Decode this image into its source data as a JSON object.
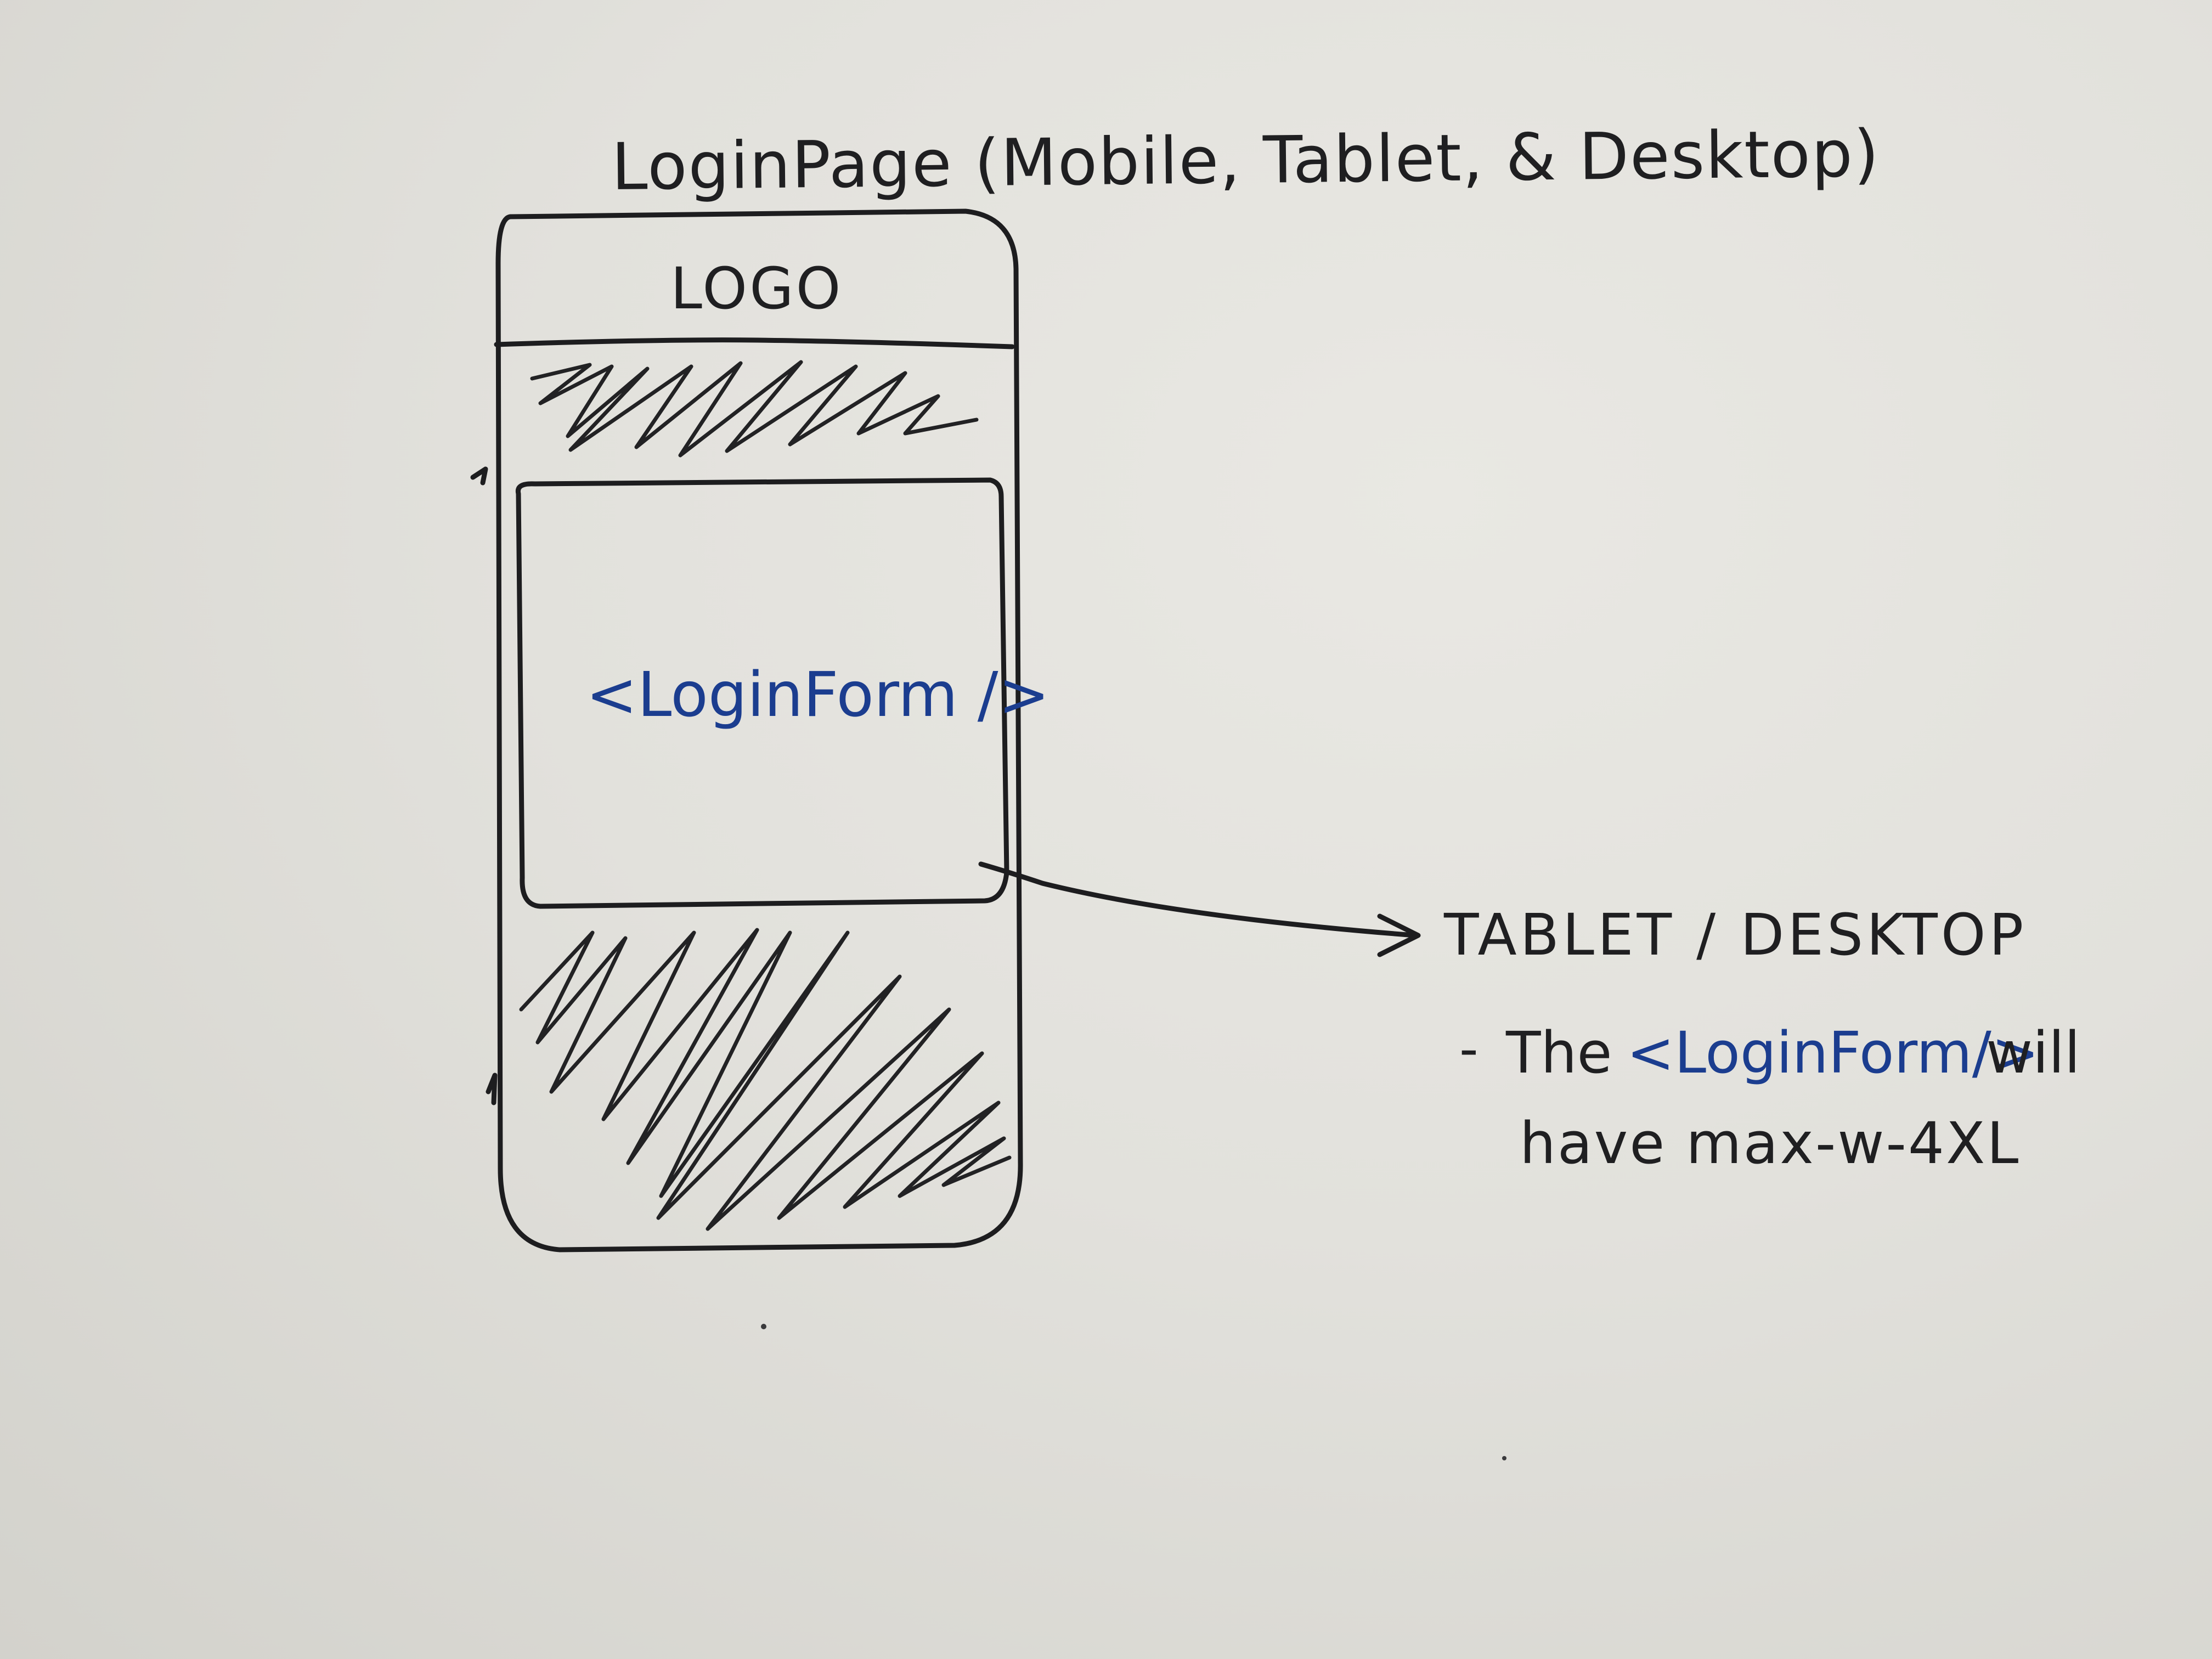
{
  "title": "LoginPage (Mobile, Tablet, & Desktop)",
  "header": {
    "logo_label": "LOGO"
  },
  "form": {
    "component_label": "<LoginForm />"
  },
  "note": {
    "heading": "TABLET / DESKTOP",
    "bullet": "-",
    "line1_prefix": "The",
    "line1_component": "<LoginForm/>",
    "line1_suffix": "will",
    "line2": "have max-w-4XL"
  },
  "colors": {
    "ink": "#1d1d1f",
    "blue_ink": "#1b3d8f",
    "whiteboard": "#e4e3de"
  }
}
